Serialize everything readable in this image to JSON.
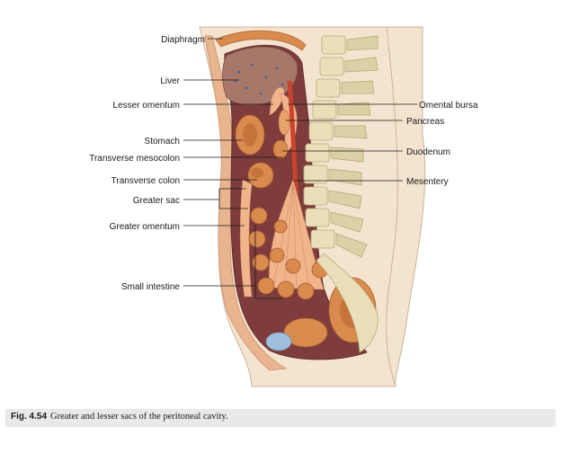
{
  "labels_left": {
    "diaphragm": "Diaphragm",
    "liver": "Liver",
    "lesser_omentum": "Lesser omentum",
    "stomach": "Stomach",
    "transverse_mesocolon": "Transverse mesocolon",
    "transverse_colon": "Transverse colon",
    "greater_sac": "Greater sac",
    "greater_omentum": "Greater omentum",
    "small_intestine": "Small intestine"
  },
  "labels_right": {
    "omental_bursa": "Omental bursa",
    "pancreas": "Pancreas",
    "duodenum": "Duodenum",
    "mesentery": "Mesentery"
  },
  "caption": {
    "fig_number": "Fig. 4.54",
    "text": "Greater and lesser sacs of the peritoneal cavity."
  },
  "colors": {
    "skin": "#f3e3cf",
    "cavity": "#7e3c3c",
    "organ": "#d98a4d",
    "peritoneum": "#f2b48a",
    "bone": "#eadfb9",
    "liver": "#a7776a"
  }
}
